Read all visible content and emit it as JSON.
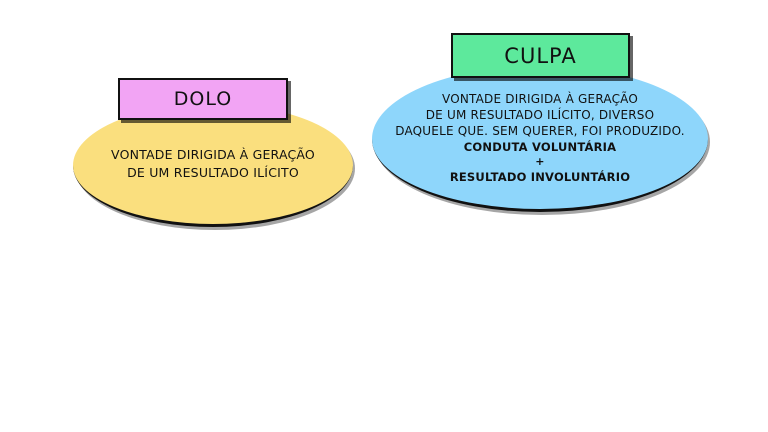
{
  "dolo": {
    "title": "DOLO",
    "lines": [
      "Vontade dirigida à geração",
      "de um resultado ilícito"
    ],
    "colors": {
      "tag": "#f2a4f4",
      "ellipse": "#fadf7e"
    }
  },
  "culpa": {
    "title": "CULPA",
    "lines": [
      "Vontade dirigida à geração",
      "de um resultado ilícito, diverso",
      "daquele que. sem querer, foi produzido."
    ],
    "conduct": "Conduta voluntária",
    "plus": "+",
    "result": "Resultado involuntário",
    "colors": {
      "tag": "#5de99c",
      "ellipse": "#8ed6fb"
    }
  }
}
